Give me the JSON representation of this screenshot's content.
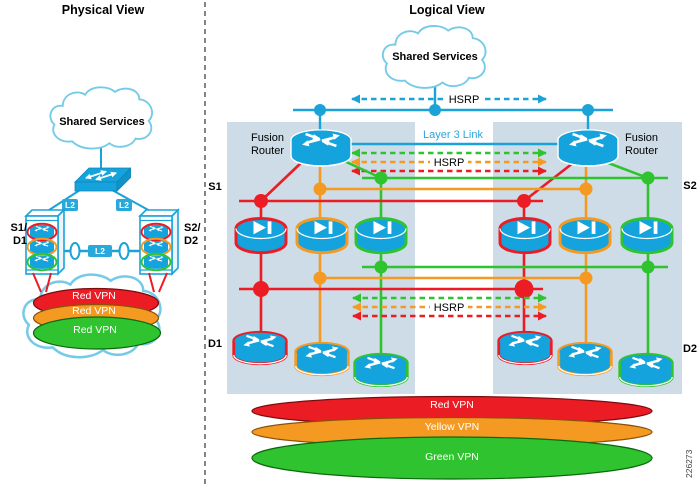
{
  "titles": {
    "physical": "Physical View",
    "logical": "Logical View"
  },
  "figure_number": "226273",
  "colors": {
    "device_blue": "#14a3dc",
    "line_blue": "#1ba3d8",
    "label_blue": "#2aa6dc",
    "red": "#ec1c24",
    "orange": "#f49a22",
    "green": "#2fc42f",
    "panel_blue": "#cddce7",
    "cloud_outline": "#74cbe8"
  },
  "icons": {
    "router": "cylinder-with-crossed-arrows",
    "vpn-switch": "cylinder-with-play-bar-glyph",
    "switch": "3d-slab-with-arrows",
    "stack": "chassis-tower-with-ringed-routers",
    "cloud": "cloud-outline"
  },
  "physical": {
    "cloud_label": "Shared Services",
    "l2_left": "L2",
    "l2_right": "L2",
    "l2_middle": "L2",
    "stack_left": {
      "line1": "S1/",
      "line2": "D1"
    },
    "stack_right": {
      "line1": "S2/",
      "line2": "D2"
    },
    "vpns": [
      {
        "label": "Red VPN",
        "color": "#ec1c24"
      },
      {
        "label": "Red VPN",
        "color": "#f49a22"
      },
      {
        "label": "Red VPN",
        "color": "#2fc42f"
      }
    ]
  },
  "logical": {
    "cloud_label": "Shared Services",
    "hsrp_top": {
      "label": "HSRP"
    },
    "hsrp_middle": {
      "label": "HSRP"
    },
    "hsrp_bottom": {
      "label": "HSRP"
    },
    "layer3_label": "Layer 3 Link",
    "fusion_left": {
      "line1": "Fusion",
      "line2": "Router"
    },
    "fusion_right": {
      "line1": "Fusion",
      "line2": "Router"
    },
    "pod_labels": {
      "s1": "S1",
      "s2": "S2",
      "d1": "D1",
      "d2": "D2"
    },
    "vpns": [
      {
        "label": "Red VPN",
        "color": "#ec1c24"
      },
      {
        "label": "Yellow VPN",
        "color": "#f49a22"
      },
      {
        "label": "Green VPN",
        "color": "#2fc42f"
      }
    ]
  }
}
